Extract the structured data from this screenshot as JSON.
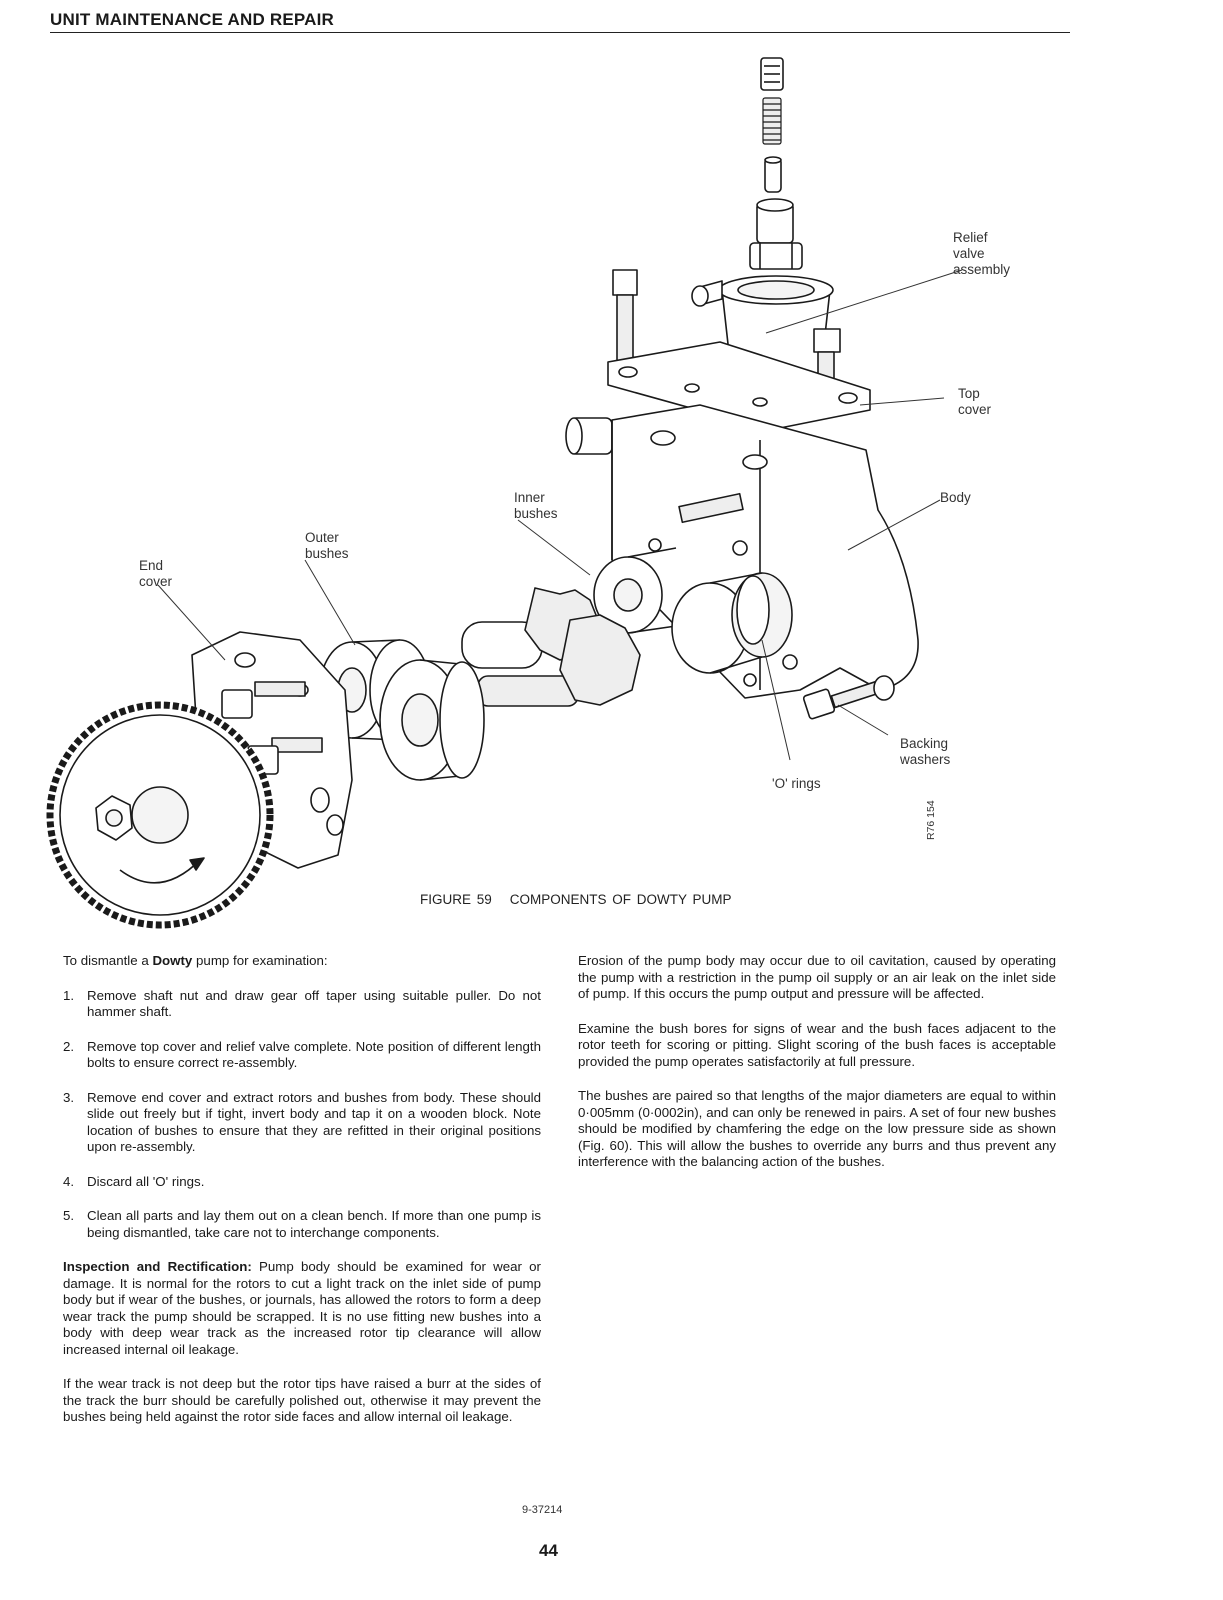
{
  "header": {
    "title": "UNIT MAINTENANCE AND REPAIR"
  },
  "figure": {
    "callouts": {
      "relief_valve": "Relief\nvalve\nassembly",
      "top_cover": "Top\ncover",
      "body": "Body",
      "inner_bushes": "Inner\nbushes",
      "outer_bushes": "Outer\nbushes",
      "end_cover": "End\ncover",
      "backing_washers": "Backing\nwashers",
      "o_rings": "'O' rings"
    },
    "ref_code": "R76 154",
    "caption_number": "FIGURE 59",
    "caption_text": "COMPONENTS OF DOWTY PUMP"
  },
  "left_column": {
    "intro_prefix": "To dismantle a ",
    "intro_bold": "Dowty",
    "intro_suffix": " pump for examination:",
    "steps": [
      {
        "num": "1.",
        "text": "Remove shaft nut and draw gear off taper using suitable puller. Do not hammer shaft."
      },
      {
        "num": "2.",
        "text": "Remove top cover and relief valve complete. Note position of different length bolts to ensure correct re-assembly."
      },
      {
        "num": "3.",
        "text": "Remove end cover and extract rotors and bushes from body. These should slide out freely but if tight, invert body and tap it on a wooden block. Note location of bushes to ensure that they are refitted in their original positions upon re-assembly."
      },
      {
        "num": "4.",
        "text": "Discard all 'O' rings."
      },
      {
        "num": "5.",
        "text": "Clean all parts and lay them out on a clean bench. If more than one pump is being dismantled, take care not to interchange components."
      }
    ],
    "inspection_heading": "Inspection and Rectification:",
    "inspection_text": " Pump body should be examined for wear or damage. It is normal for the rotors to cut a light track on the inlet side of pump body but if wear of the bushes, or journals, has allowed the rotors to form a deep wear track the pump should be scrapped. It is no use fitting new bushes into a body with deep wear track as the increased rotor tip clearance will allow increased internal oil leakage.",
    "burr_text": "If the wear track is not deep but the rotor tips have raised a burr at the sides of the track the burr should be carefully polished out, otherwise it may prevent the bushes being held against the rotor side faces and allow internal oil leakage."
  },
  "right_column": {
    "paragraphs": [
      "Erosion of the pump body may occur due to oil cavitation, caused by operating the pump with a restriction in the pump oil supply or an air leak on the inlet side of pump. If this occurs the pump output and pressure will be affected.",
      "Examine the bush bores for signs of wear and the bush faces adjacent to the rotor teeth for scoring or pitting. Slight scoring of the bush faces is acceptable provided the pump operates satisfactorily at full pressure.",
      "The bushes are paired so that lengths of the major diameters are equal to within 0·005mm (0·0002in), and can only be renewed in pairs. A set of four new bushes should be modified by chamfering the edge on the low pressure side as shown (Fig. 60). This will allow the bushes to override any burrs and thus prevent any interference with the balancing action of the bushes."
    ]
  },
  "footer": {
    "doc_number": "9-37214",
    "page_number": "44"
  }
}
